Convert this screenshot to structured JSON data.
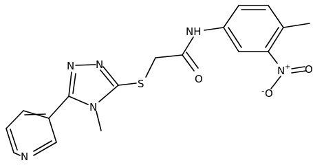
{
  "molecule": {
    "atoms": {
      "nh": "NH",
      "o_carbonyl": "O",
      "s": "S",
      "n_triazole_1": "N",
      "n_triazole_2": "N",
      "n_methyl": "N",
      "n_pyridine": "N",
      "n_nitro": "N",
      "nitro_plus": "+",
      "o_nitro_top": "O",
      "o_nitro_minus": "-",
      "o_nitro_bottom": "O"
    }
  }
}
